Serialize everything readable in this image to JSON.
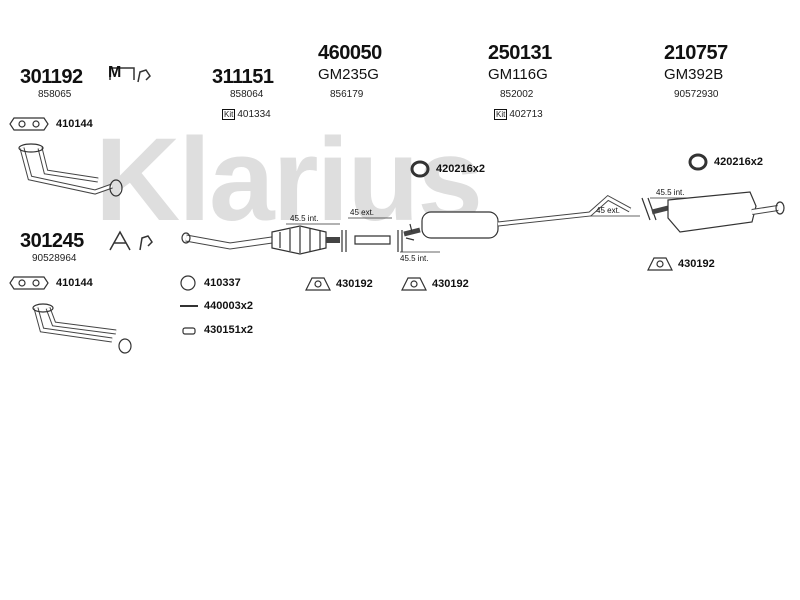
{
  "watermark": "Klarius",
  "parts": {
    "p301192": {
      "number": "301192",
      "oe": "858065",
      "icon": "manual-gearbox-icon",
      "icon_letter": "M"
    },
    "p311151": {
      "number": "311151",
      "oe": "858064",
      "kit": "Kit",
      "kit_no": "401334"
    },
    "p460050": {
      "number": "460050",
      "gm": "GM235G",
      "oe": "856179"
    },
    "p250131": {
      "number": "250131",
      "gm": "GM116G",
      "oe": "852002",
      "kit": "Kit",
      "kit_no": "402713"
    },
    "p210757": {
      "number": "210757",
      "gm": "GM392B",
      "oe": "90572930"
    },
    "p301245": {
      "number": "301245",
      "oe": "90528964",
      "icon": "automatic-gearbox-icon",
      "icon_letter": "A"
    }
  },
  "fittings": {
    "gasket_top": "410144",
    "gasket_bottom": "410144",
    "ring": "410337",
    "bolt": "440003x2",
    "clamp_small": "430151x2",
    "mount_1": "430192",
    "mount_2": "430192",
    "mount_3": "430192",
    "rubber_1": "420216x2",
    "rubber_2": "420216x2"
  },
  "dimensions": {
    "d1": "45.5 int.",
    "d2": "45 ext.",
    "d3": "45.5 int.",
    "d4": "45 ext.",
    "d5": "45.5 int."
  }
}
